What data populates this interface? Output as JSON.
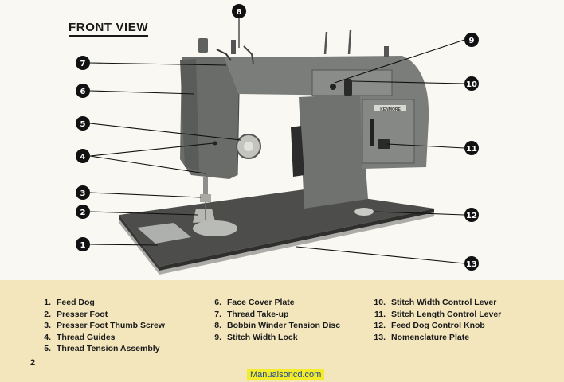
{
  "title": "FRONT VIEW",
  "page_number": "2",
  "watermark": "Manualsoncd.com",
  "callouts": [
    "1",
    "2",
    "3",
    "4",
    "5",
    "6",
    "7",
    "8",
    "9",
    "10",
    "11",
    "12",
    "13"
  ],
  "machine_badge_text": "KENMORE",
  "parts_column_1": [
    {
      "num": "1.",
      "label": "Feed Dog"
    },
    {
      "num": "2.",
      "label": "Presser Foot"
    },
    {
      "num": "3.",
      "label": "Presser Foot Thumb Screw"
    },
    {
      "num": "4.",
      "label": "Thread Guides"
    },
    {
      "num": "5.",
      "label": "Thread Tension Assembly"
    }
  ],
  "parts_column_2": [
    {
      "num": "6.",
      "label": "Face Cover Plate"
    },
    {
      "num": "7.",
      "label": "Thread Take-up"
    },
    {
      "num": "8.",
      "label": "Bobbin Winder Tension Disc"
    },
    {
      "num": "9.",
      "label": "Stitch Width Lock"
    }
  ],
  "parts_column_3": [
    {
      "num": "10.",
      "label": "Stitch Width Control Lever"
    },
    {
      "num": "11.",
      "label": "Stitch Length Control Lever"
    },
    {
      "num": "12.",
      "label": "Feed Dog Control Knob"
    },
    {
      "num": "13.",
      "label": "Nomenclature Plate"
    }
  ]
}
